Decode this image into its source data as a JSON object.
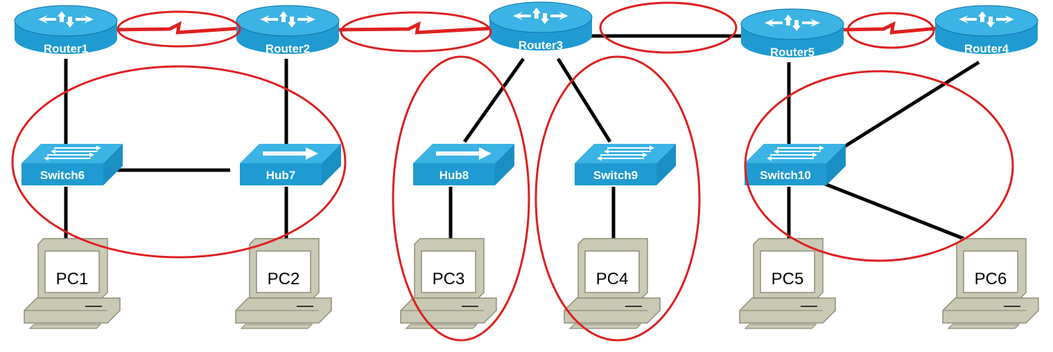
{
  "colors": {
    "device_top": "#3bb3e4",
    "device_side": "#1a8fc4",
    "device_front": "#1f9bd2",
    "device_dark": "#0d6fa3",
    "link": "#000000",
    "serial": "#e02020",
    "highlight": "#dd1f1f",
    "pc_body": "#c9c9b4",
    "pc_dark": "#8e8e78",
    "pc_screen": "#ffffff"
  },
  "routers": [
    {
      "id": "r1",
      "label": "Router1"
    },
    {
      "id": "r2",
      "label": "Router2"
    },
    {
      "id": "r3",
      "label": "Router3"
    },
    {
      "id": "r5",
      "label": "Router5"
    },
    {
      "id": "r4",
      "label": "Router4"
    }
  ],
  "switches": [
    {
      "id": "sw6",
      "label": "Switch6",
      "kind": "switch"
    },
    {
      "id": "hub7",
      "label": "Hub7",
      "kind": "hub"
    },
    {
      "id": "hub8",
      "label": "Hub8",
      "kind": "hub"
    },
    {
      "id": "sw9",
      "label": "Switch9",
      "kind": "switch"
    },
    {
      "id": "sw10",
      "label": "Switch10",
      "kind": "switch"
    }
  ],
  "pcs": [
    {
      "id": "pc1",
      "label": "PC1"
    },
    {
      "id": "pc2",
      "label": "PC2"
    },
    {
      "id": "pc3",
      "label": "PC3"
    },
    {
      "id": "pc4",
      "label": "PC4"
    },
    {
      "id": "pc5",
      "label": "PC5"
    },
    {
      "id": "pc6",
      "label": "PC6"
    }
  ],
  "links": [
    {
      "from": "r1",
      "to": "r2",
      "type": "serial"
    },
    {
      "from": "r2",
      "to": "r3",
      "type": "serial"
    },
    {
      "from": "r3",
      "to": "r5",
      "type": "ethernet"
    },
    {
      "from": "r5",
      "to": "r4",
      "type": "serial"
    },
    {
      "from": "r1",
      "to": "sw6",
      "type": "ethernet"
    },
    {
      "from": "r2",
      "to": "hub7",
      "type": "ethernet"
    },
    {
      "from": "sw6",
      "to": "hub7",
      "type": "ethernet"
    },
    {
      "from": "sw6",
      "to": "pc1",
      "type": "ethernet"
    },
    {
      "from": "hub7",
      "to": "pc2",
      "type": "ethernet"
    },
    {
      "from": "r3",
      "to": "hub8",
      "type": "ethernet"
    },
    {
      "from": "r3",
      "to": "sw9",
      "type": "ethernet"
    },
    {
      "from": "hub8",
      "to": "pc3",
      "type": "ethernet"
    },
    {
      "from": "sw9",
      "to": "pc4",
      "type": "ethernet"
    },
    {
      "from": "r5",
      "to": "sw10",
      "type": "ethernet"
    },
    {
      "from": "r4",
      "to": "sw10",
      "type": "ethernet"
    },
    {
      "from": "sw10",
      "to": "pc5",
      "type": "ethernet"
    },
    {
      "from": "sw10",
      "to": "pc6",
      "type": "ethernet"
    }
  ],
  "highlights": [
    {
      "id": "serial-r1-r2"
    },
    {
      "id": "serial-r2-r3"
    },
    {
      "id": "ethernet-r3-r5"
    },
    {
      "id": "serial-r5-r4"
    },
    {
      "id": "lan-sw6-hub7"
    },
    {
      "id": "lan-hub8"
    },
    {
      "id": "lan-sw9"
    },
    {
      "id": "lan-sw10"
    }
  ]
}
